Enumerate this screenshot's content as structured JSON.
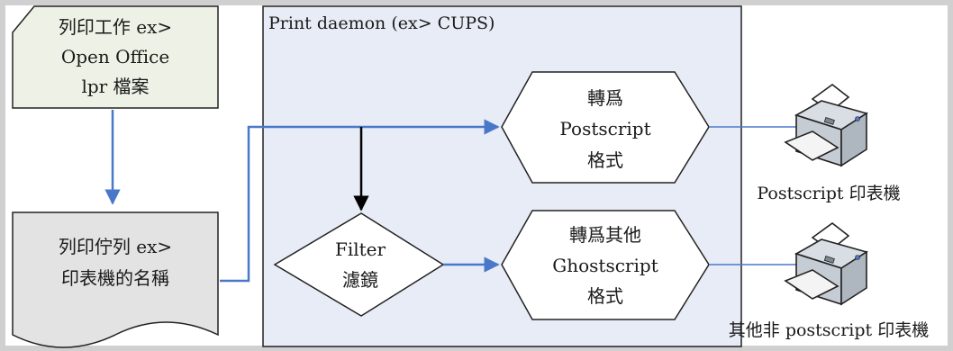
{
  "colors": {
    "frame": "#d0d0d0",
    "doc_fill": "#eef2e6",
    "queue_fill": "#e3e3e3",
    "daemon_fill": "#e8ecf6",
    "flow_blue": "#4a78c8",
    "black_arrow": "#000000"
  },
  "nodes": {
    "print_job": {
      "line1": "列印工作 ex>",
      "line2": "Open Office",
      "line3": "lpr 檔案"
    },
    "print_queue": {
      "line1": "列印佇列 ex>",
      "line2": "印表機的名稱"
    },
    "daemon": {
      "title": "Print daemon (ex> CUPS)"
    },
    "filter": {
      "line1": "Filter",
      "line2": "濾鏡"
    },
    "convert_postscript": {
      "line1": "轉爲",
      "line2": "Postscript",
      "line3": "格式"
    },
    "convert_other": {
      "line1": "轉爲其他",
      "line2": "Ghostscript",
      "line3": "格式"
    },
    "printer_postscript": {
      "label": "Postscript 印表機",
      "icon": "printer-icon"
    },
    "printer_other": {
      "label": "其他非 postscript 印表機",
      "icon": "printer-icon"
    }
  }
}
